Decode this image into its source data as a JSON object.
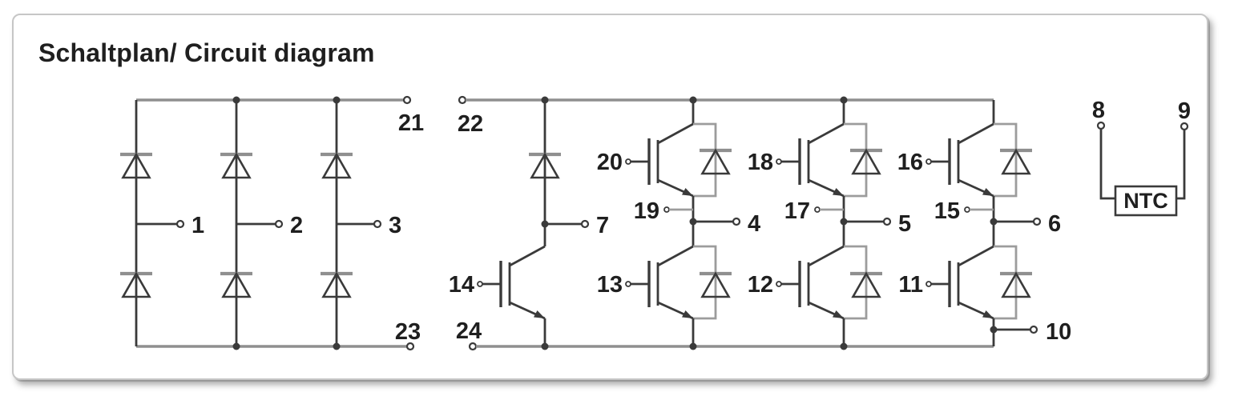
{
  "title": "Schaltplan/ Circuit diagram",
  "ntc": {
    "label": "NTC"
  },
  "terminals": {
    "t1": "1",
    "t2": "2",
    "t3": "3",
    "t4": "4",
    "t5": "5",
    "t6": "6",
    "t7": "7",
    "t8": "8",
    "t9": "9",
    "t10": "10",
    "t11": "11",
    "t12": "12",
    "t13": "13",
    "t14": "14",
    "t15": "15",
    "t16": "16",
    "t17": "17",
    "t18": "18",
    "t19": "19",
    "t20": "20",
    "t21": "21",
    "t22": "22",
    "t23": "23",
    "t24": "24"
  },
  "colors": {
    "line": "#3a3a3a",
    "rail": "#8f8f8f",
    "branch": "#9c9c9c",
    "label": "#1f1f1f",
    "card-border": "#c6c6c6",
    "bg": "#ffffff"
  }
}
